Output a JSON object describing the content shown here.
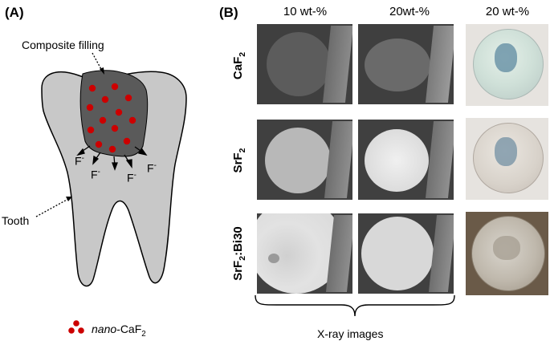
{
  "panel_a": {
    "label": "(A)",
    "composite_label": "Composite filling",
    "tooth_label": "Tooth",
    "ion": "F",
    "ion_charge": "-",
    "legend_prefix": "nano",
    "legend_suffix": "-CaF",
    "legend_sub": "2"
  },
  "panel_b": {
    "label": "(B)",
    "columns": [
      "10 wt-%",
      "20wt-%",
      "20 wt-%"
    ],
    "rows": [
      {
        "main": "CaF",
        "sub": "2",
        "tail": ""
      },
      {
        "main": "SrF",
        "sub": "2",
        "tail": ""
      },
      {
        "main": "SrF",
        "sub": "2",
        "tail": ":Bi30"
      }
    ],
    "caption": "X-ray images"
  },
  "colors": {
    "filling": "#5a5a5a",
    "tooth": "#c8c8c8",
    "nanoparticle": "#cc0000"
  }
}
